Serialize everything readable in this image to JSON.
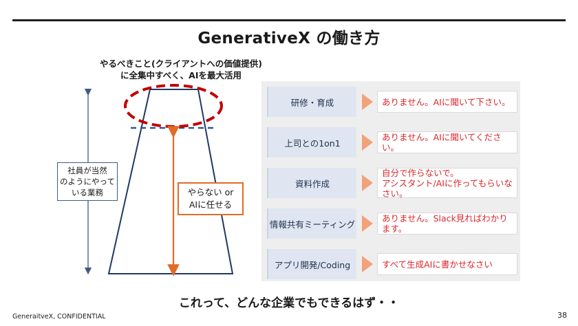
{
  "slide": {
    "title": "GenerativeX の働き方",
    "caption_line1": "やるべきこと(クライアントへの価値提供)",
    "caption_line2": "に全集中すべく、AIを最大活用",
    "left_label_line1": "社員が当然",
    "left_label_line2": "のようにやって",
    "left_label_line3": "いる業務",
    "middle_label_line1": "やらない or",
    "middle_label_line2": "AIに任せる",
    "bottom_message": "これって、どんな企業でもできるはず・・",
    "footer_left": "GeneraitveX, CONFIDENTIAL",
    "page_number": "38"
  },
  "rows": [
    {
      "task": "研修・育成",
      "answer": "ありません。AIに聞いて下さい。"
    },
    {
      "task": "上司との1on1",
      "answer": "ありません。AIに聞いてください。"
    },
    {
      "task": "資料作成",
      "answer": "自分で作らないで。\nアシスタント/AIに作ってもらいなさい。"
    },
    {
      "task": "情報共有ミーティング",
      "answer": "ありません。Slack見ればわかります。"
    },
    {
      "task": "アプリ開発/Coding",
      "answer": "すべて生成AIに書かせなさい"
    }
  ],
  "colors": {
    "accent_red": "#d8262c",
    "accent_orange": "#e36b26",
    "navy": "#1f3864",
    "row_label_bg": "#dfe6f1",
    "panel_bg": "#eeeeee"
  }
}
